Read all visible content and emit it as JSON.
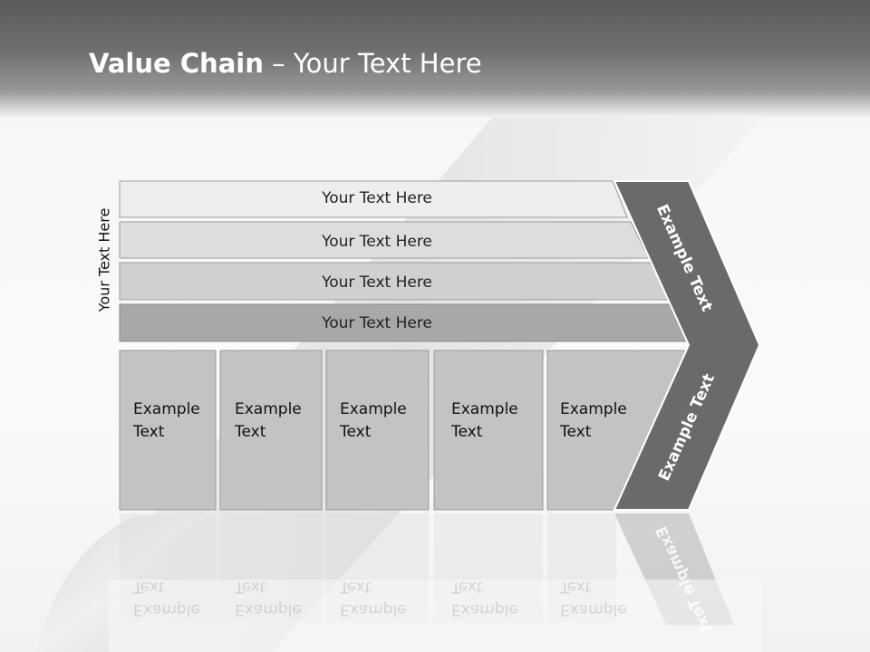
{
  "title": {
    "bold": "Value Chain",
    "rest": " – Your Text Here"
  },
  "side_label": "Your Text Here",
  "rows": [
    {
      "label": "Your Text Here"
    },
    {
      "label": "Your Text Here"
    },
    {
      "label": "Your Text Here"
    },
    {
      "label": "Your Text Here"
    }
  ],
  "columns": [
    {
      "line1": "Example",
      "line2": "Text"
    },
    {
      "line1": "Example",
      "line2": "Text"
    },
    {
      "line1": "Example",
      "line2": "Text"
    },
    {
      "line1": "Example",
      "line2": "Text"
    },
    {
      "line1": "Example",
      "line2": "Text"
    }
  ],
  "arrow": {
    "upper": "Example Text",
    "lower": "Example Text"
  },
  "colors": {
    "row1": "#eeeeee",
    "row2": "#dddddd",
    "row3": "#d0d0d0",
    "row4": "#a8a8a8",
    "column": "#c3c3c3",
    "arrow": "#6a6a6a"
  }
}
